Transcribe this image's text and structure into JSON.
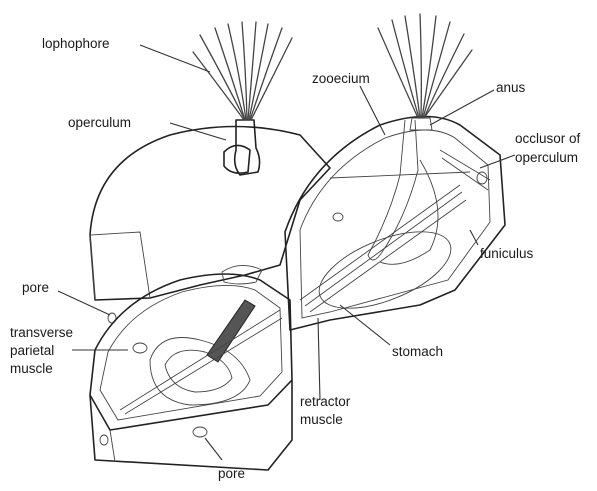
{
  "figure": {
    "labels": {
      "lophophore": "lophophore",
      "operculum": "operculum",
      "zooecium": "zooecium",
      "anus": "anus",
      "occlusor_line1": "occlusor of",
      "occlusor_line2": "operculum",
      "funiculus": "funiculus",
      "pore_left": "pore",
      "transverse_line1": "transverse",
      "transverse_line2": "parietal",
      "transverse_line3": "muscle",
      "stomach": "stomach",
      "retractor_line1": "retractor",
      "retractor_line2": "muscle",
      "pore_bottom": "pore"
    }
  }
}
